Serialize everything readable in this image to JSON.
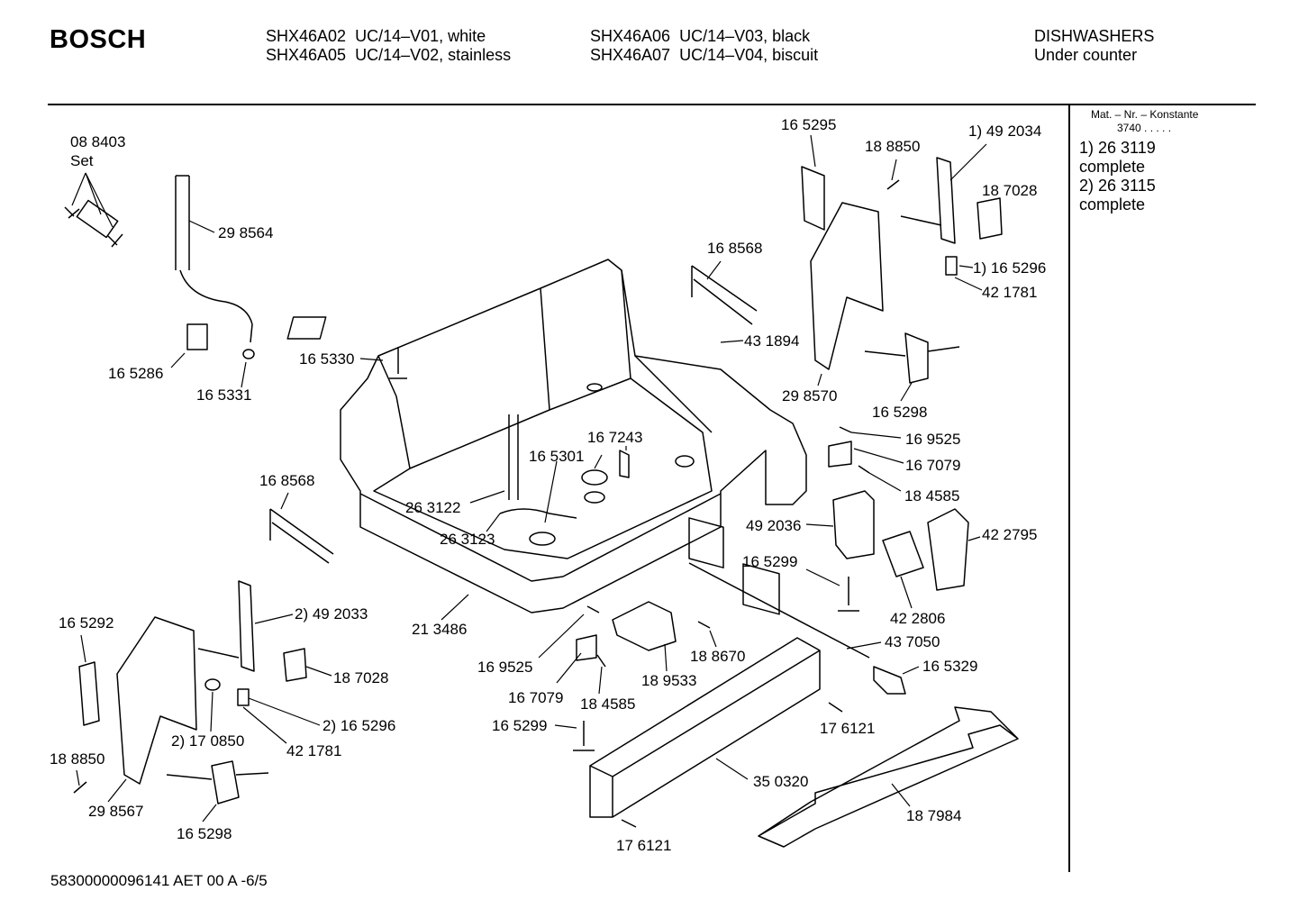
{
  "brand": "BOSCH",
  "models": [
    {
      "code": "SHX46A02",
      "variant": "UC/14–V01, white"
    },
    {
      "code": "SHX46A05",
      "variant": "UC/14–V02, stainless"
    },
    {
      "code": "SHX46A06",
      "variant": "UC/14–V03, black"
    },
    {
      "code": "SHX46A07",
      "variant": "UC/14–V04, biscuit"
    }
  ],
  "category": {
    "line1": "DISHWASHERS",
    "line2": "Under counter"
  },
  "side_panel": {
    "mat_label": "Mat. – Nr. – Konstante",
    "mat_value": "3740  .   .   .   .   .",
    "notes": [
      "1) 26 3119",
      "complete",
      "2) 26 3115",
      "complete"
    ]
  },
  "parts": [
    "08 8403",
    "Set",
    "29 8564",
    "16 5286",
    "16 5331",
    "16 5330",
    "16 8568",
    "43 1894",
    "16 5295",
    "18 8850",
    "1) 49 2034",
    "18 7028",
    "1) 16 5296",
    "42 1781",
    "29 8570",
    "16 5298",
    "16 9525",
    "16 7079",
    "18 4585",
    "49 2036",
    "42 2795",
    "16 5299",
    "42 2806",
    "43 7050",
    "16 5329",
    "16 7243",
    "16 5301",
    "26 3122",
    "26 3123",
    "16 8568",
    "21 3486",
    "16 5292",
    "2) 49 2033",
    "18 7028",
    "2) 16 5296",
    "2) 17 0850",
    "42 1781",
    "18 8850",
    "29 8567",
    "16 5298",
    "16 9525",
    "16 7079",
    "18 4585",
    "18 9533",
    "18 8670",
    "16 5299",
    "17 6121",
    "35 0320",
    "17 6121",
    "18 7984"
  ],
  "footer": "58300000096141 AET 00 A  -6/5"
}
